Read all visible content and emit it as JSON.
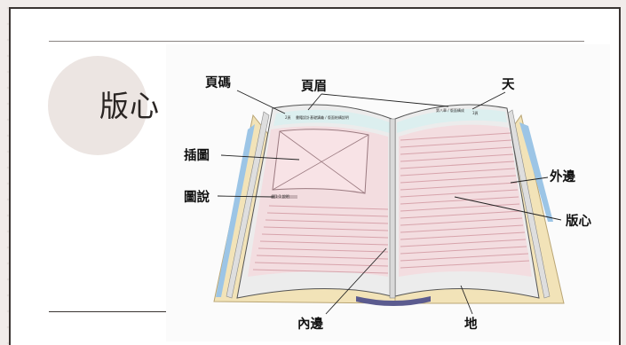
{
  "slide": {
    "title": "版心"
  },
  "diagram": {
    "labels": {
      "page_number": "頁碼",
      "running_header": "頁眉",
      "head_margin": "天",
      "illustration": "插圖",
      "outer_margin": "外邊",
      "caption": "圖說",
      "type_area": "版心",
      "inner_margin": "內邊",
      "foot_margin": "地"
    }
  },
  "colors": {
    "type_area_fill": "#f3dde0",
    "text_lines": "#d7a3ab",
    "header_band": "#dcefef",
    "margin_grey": "#e3e3e3",
    "spine_blue": "#5b5b8f",
    "cover_cream": "#f2e3b8",
    "cover_blue": "#9cc5e6"
  }
}
